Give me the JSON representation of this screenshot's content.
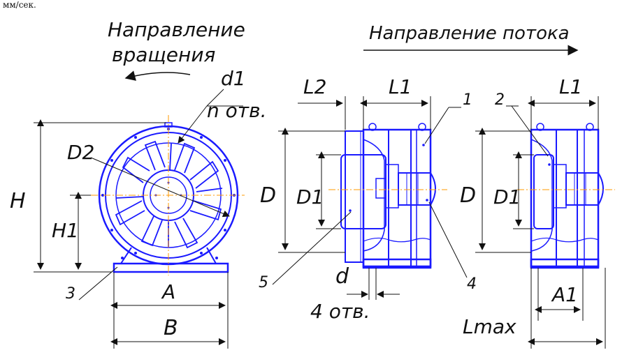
{
  "top_note": "мм/сек.",
  "labels": {
    "rotation_line1": "Направление",
    "rotation_line2": "вращения",
    "flow": "Направление потока",
    "d1": "d1",
    "n_holes": "n отв.",
    "D2": "D2",
    "H": "H",
    "H1": "H1",
    "A": "A",
    "B": "B",
    "callout3": "3",
    "L2": "L2",
    "L1_mid": "L1",
    "L1_right": "L1",
    "callout1": "1",
    "callout2": "2",
    "D_mid": "D",
    "D1_mid": "D1",
    "D_right": "D",
    "D1_right": "D1",
    "callout5": "5",
    "d": "d",
    "holes4": "4 отв.",
    "callout4": "4",
    "A1": "A1",
    "Lmax": "Lmax"
  },
  "colors": {
    "drawing": "#1a1aff",
    "dimension": "#111111",
    "centerline": "#ff9900"
  }
}
